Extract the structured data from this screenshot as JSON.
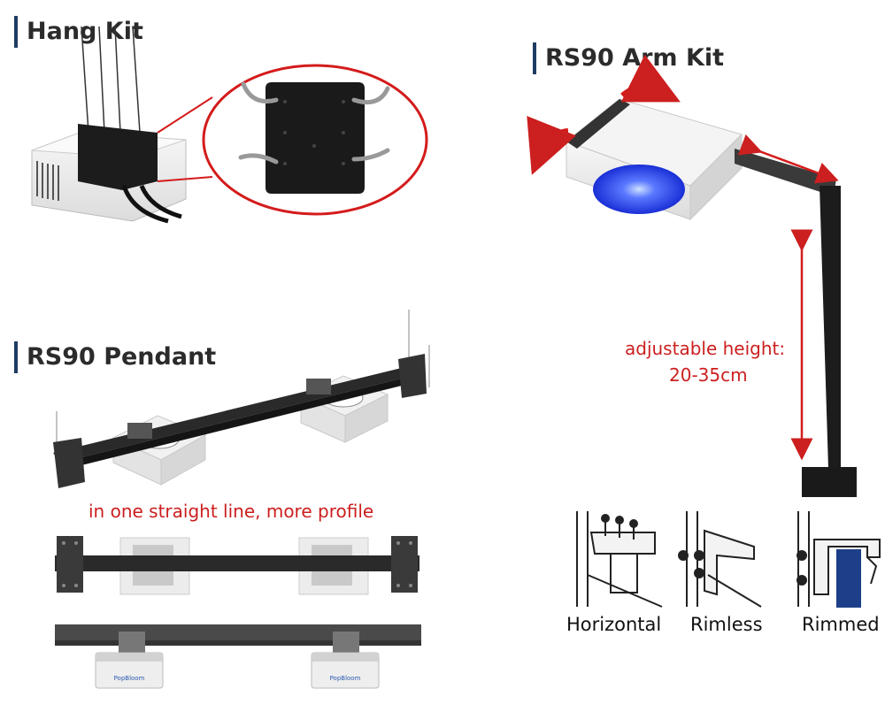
{
  "sections": {
    "hang_kit_title": "Hang Kit",
    "pendant_title": "RS90 Pendant",
    "arm_kit_title": "RS90 Arm Kit"
  },
  "pendant": {
    "note": "in one straight line, more profile",
    "brand_logo": "PopBloom"
  },
  "arm_kit": {
    "height_label_line1": "adjustable height:",
    "height_label_line2": "20-35cm"
  },
  "mount_types": [
    {
      "label": "Horizontal"
    },
    {
      "label": "Rimless"
    },
    {
      "label": "Rimmed"
    }
  ],
  "colors": {
    "accent_red": "#cc1f1f",
    "title_bar": "#1f3c63",
    "light_blue": "#2d4cff",
    "rim_blue": "#1d3f8a"
  }
}
